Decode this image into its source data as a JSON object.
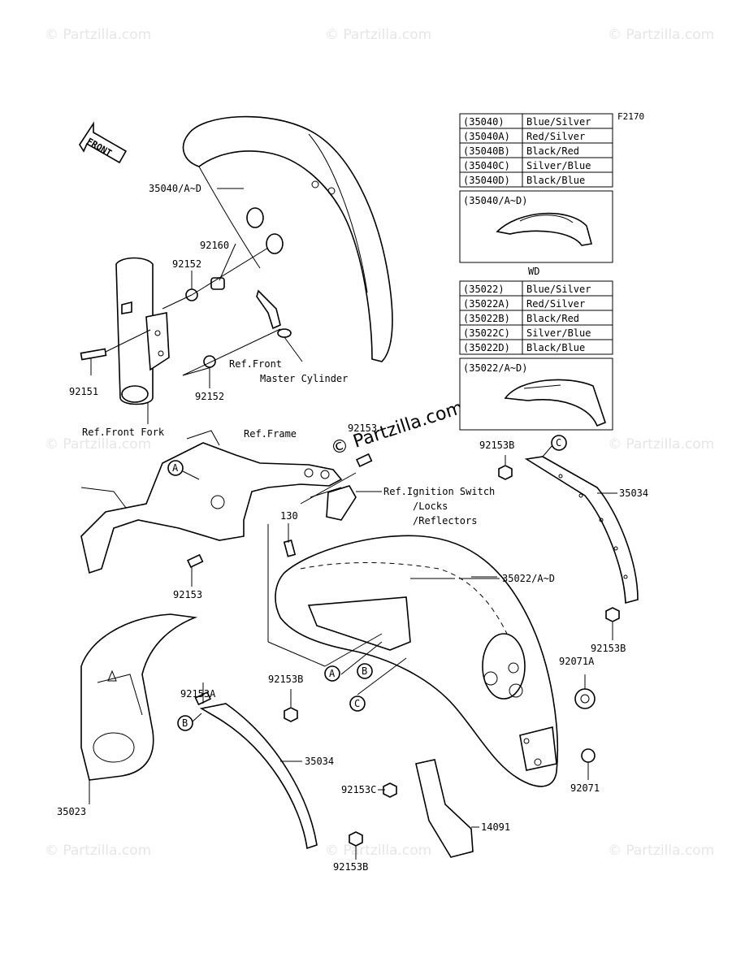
{
  "watermark": "© Partzilla.com",
  "center_watermark": "© Partzilla.com",
  "figure_code": "F2170",
  "front_label": "FRONT",
  "wd_label": "WD",
  "table_front": {
    "rows": [
      {
        "code": "(35040)",
        "color": "Blue/Silver"
      },
      {
        "code": "(35040A)",
        "color": "Red/Silver"
      },
      {
        "code": "(35040B)",
        "color": "Black/Red"
      },
      {
        "code": "(35040C)",
        "color": "Silver/Blue"
      },
      {
        "code": "(35040D)",
        "color": "Black/Blue"
      }
    ],
    "inset_label": "(35040/A~D)"
  },
  "table_rear": {
    "rows": [
      {
        "code": "(35022)",
        "color": "Blue/Silver"
      },
      {
        "code": "(35022A)",
        "color": "Red/Silver"
      },
      {
        "code": "(35022B)",
        "color": "Black/Red"
      },
      {
        "code": "(35022C)",
        "color": "Silver/Blue"
      },
      {
        "code": "(35022D)",
        "color": "Black/Blue"
      }
    ],
    "inset_label": "(35022/A~D)"
  },
  "labels": {
    "p35040": "35040/A~D",
    "p92160": "92160",
    "p92152a": "92152",
    "p92152b": "92152",
    "p92151": "92151",
    "ref_front_master_1": "Ref.Front",
    "ref_front_master_2": "Master Cylinder",
    "ref_front_fork": "Ref.Front Fork",
    "ref_frame": "Ref.Frame",
    "p92153_top": "92153",
    "ref_ignition_1": "Ref.Ignition Switch",
    "ref_ignition_2": "/Locks",
    "ref_ignition_3": "/Reflectors",
    "p130": "130",
    "p92153_left": "92153",
    "p35022": "35022/A~D",
    "p92153B_top": "92153B",
    "p35034_right": "35034",
    "p92153B_right": "92153B",
    "p92071A": "92071A",
    "p92071": "92071",
    "p92153A": "92153A",
    "p92153B_mid": "92153B",
    "p35034_left": "35034",
    "p92153C": "92153C",
    "p14091": "14091",
    "p92153B_bottom": "92153B",
    "p35023": "35023"
  },
  "callouts": {
    "a": "A",
    "b": "B",
    "c": "C"
  }
}
